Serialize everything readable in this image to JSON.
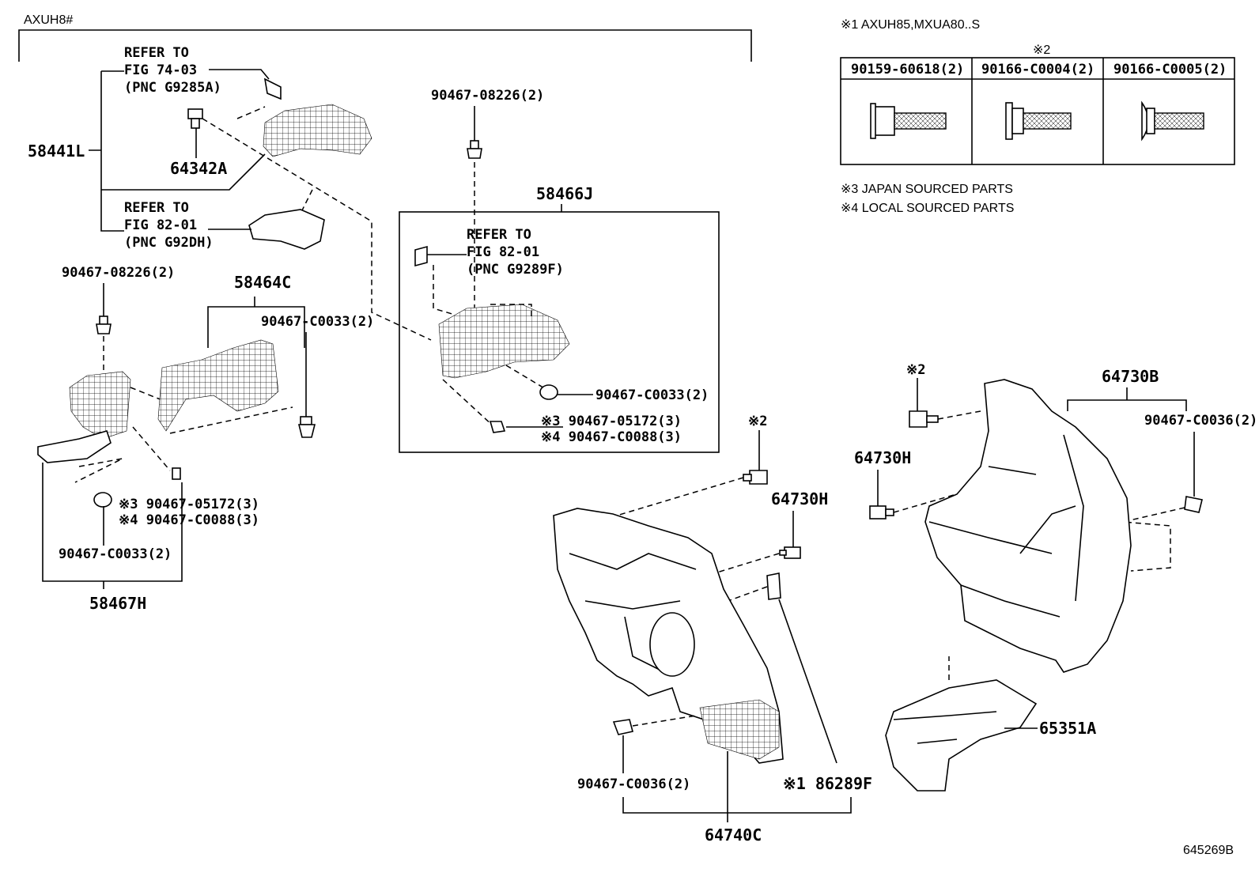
{
  "header": {
    "model_code": "AXUH8#",
    "diagram_id": "645269B"
  },
  "notes": {
    "note1": "※1 AXUH85,MXUA80..S",
    "note3": "※3 JAPAN SOURCED PARTS",
    "note4": "※4 LOCAL SOURCED PARTS"
  },
  "bolt_table": {
    "group_mark": "※2",
    "columns": [
      "90159-60618(2)",
      "90166-C0004(2)",
      "90166-C0005(2)"
    ]
  },
  "refs": {
    "ref1": {
      "line1": "REFER TO",
      "line2": "FIG 74-03",
      "line3": "(PNC G9285A)"
    },
    "ref2": {
      "line1": "REFER TO",
      "line2": "FIG 82-01",
      "line3": "(PNC G92DH)"
    },
    "ref3": {
      "line1": "REFER TO",
      "line2": "FIG 82-01",
      "line3": "(PNC G9289F)"
    }
  },
  "labels": {
    "p58441L": "58441L",
    "p64342A": "64342A",
    "p90467_08226_a": "90467-08226(2)",
    "p90467_08226_b": "90467-08226(2)",
    "p58466J": "58466J",
    "p58464C": "58464C",
    "p90467_C0033_a": "90467-C0033(2)",
    "p90467_C0033_b": "90467-C0033(2)",
    "p90467_C0033_c": "90467-C0033(2)",
    "p_mark3_a": "※3 90467-05172(3)",
    "p_mark4_a": "※4 90467-C0088(3)",
    "p_mark3_b": "※3 90467-05172(3)",
    "p_mark4_b": "※4 90467-C0088(3)",
    "p58467H": "58467H",
    "mark2_a": "※2",
    "mark2_b": "※2",
    "p64730H_a": "64730H",
    "p64730H_b": "64730H",
    "p64730B": "64730B",
    "p90467_C0036_a": "90467-C0036(2)",
    "p90467_C0036_b": "90467-C0036(2)",
    "p65351A": "65351A",
    "p86289F": "※1 86289F",
    "p64740C": "64740C"
  }
}
